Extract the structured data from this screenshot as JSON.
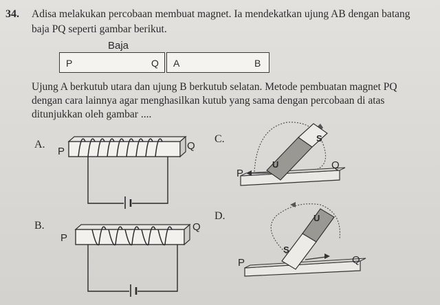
{
  "question": {
    "number": "34.",
    "stem_line1": "Adisa melakukan percobaan membuat magnet. Ia mendekatkan ujung AB dengan batang",
    "stem_line2": "baja PQ seperti gambar berikut.",
    "figure": {
      "baja_label": "Baja",
      "p": "P",
      "q": "Q",
      "a": "A",
      "b": "B"
    },
    "text_line1": "Ujung A berkutub utara dan ujung B berkutub selatan. Metode pembuatan magnet PQ",
    "text_line2": "dengan cara lainnya agar menghasilkan kutub yang sama dengan percobaan di atas",
    "text_line3": "ditunjukkan oleh gambar ....",
    "options": {
      "a": {
        "letter": "A.",
        "p": "P",
        "q": "Q"
      },
      "b": {
        "letter": "B.",
        "p": "P",
        "q": "Q"
      },
      "c": {
        "letter": "C.",
        "s": "S",
        "u": "U",
        "p": "P",
        "q": "Q"
      },
      "d": {
        "letter": "D.",
        "u": "U",
        "s": "S",
        "p": "P",
        "q": "Q"
      }
    }
  }
}
